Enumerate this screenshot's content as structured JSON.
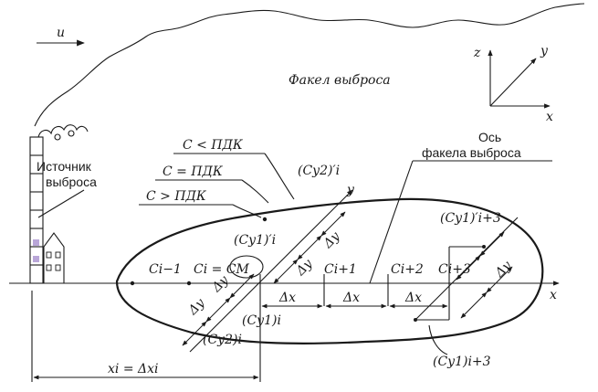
{
  "labels": {
    "wind": "u",
    "plume": "Факел выброса",
    "source_line1": "Источник",
    "source_line2": "выброса",
    "axis_title_line1": "Ось",
    "axis_title_line2": "факела выброса",
    "c_less": "C < ПДК",
    "c_equal": "C = ПДК",
    "c_greater": "C > ПДК",
    "cy2_prime_i": "(Cy2)′i",
    "cy1_prime_i": "(Cy1)′i",
    "cy1_prime_i3": "(Cy1)′i+3",
    "c_im1": "Ci−1",
    "c_i": "Ci = CM",
    "c_ip1": "Ci+1",
    "c_ip2": "Ci+2",
    "c_ip3": "Ci+3",
    "cy1_i": "(Cy1)i",
    "cy2_i": "(Cy2)i",
    "cy1_i3": "(Cy1)i+3",
    "dx": "Δx",
    "dy": "Δy",
    "xi": "xi = Δxi",
    "axis_x": "x",
    "axis_y": "y",
    "axis_z": "z"
  },
  "colors": {
    "ink": "#1a1a1a",
    "window": "#b9a6d8"
  }
}
